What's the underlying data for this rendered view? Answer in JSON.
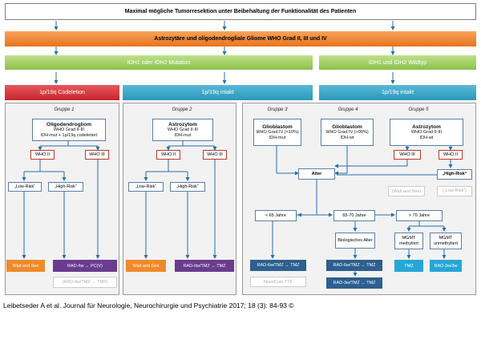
{
  "header": {
    "title": "Maximal mögliche Tumorresektion unter Beibehaltung der Funktionalität des Patienten",
    "category": "Astrozytäre und oligodendrogliale Gliome WHO Grad II, III und IV"
  },
  "mutation": {
    "left": "IDH1 oder IDH2 Mutation",
    "right": "IDH1 und IDH2 Wildtyp"
  },
  "codeletion": {
    "codeleted": "1p/19q Codeletion",
    "intact_mid": "1p/19q intakt",
    "intact_right": "1p/19q intakt"
  },
  "groups": {
    "g1": {
      "label": "Gruppe 1",
      "title": "Oligodendrogliom",
      "line1": "WHO Grad II-III",
      "line2": "IDH-mut + 1p/19q codeletiert",
      "who_a": "WHO II",
      "who_b": "WHO III",
      "risk_low": "„Low-Risk“",
      "risk_high": "„High-Risk“",
      "out_wait": "Wait and See",
      "out_rad": "RAD-/tw → PC(V)",
      "out_rad_faded": "(RAD-/tw/TMZ → TMZ)"
    },
    "g2": {
      "label": "Gruppe 2",
      "title": "Astrozytom",
      "line1": "WHO Grad II-III",
      "line2": "IDH-mut",
      "who_a": "WHO II",
      "who_b": "WHO III",
      "risk_low": "„Low-Risk“",
      "risk_high": "„High-Risk“",
      "out_wait": "Wait and See",
      "out_rad": "RAD-/tw/TMZ → TMZ"
    },
    "g3": {
      "label": "Gruppe 3",
      "title": "Glioblastom",
      "line1": "WHO Grad IV (<10%)",
      "line2": "IDH-mut"
    },
    "g4": {
      "label": "Gruppe 4",
      "title": "Glioblastom",
      "line1": "WHO Grad IV (>90%)",
      "line2": "IDH-wt"
    },
    "g5": {
      "label": "Gruppe 5",
      "title": "Astrozytom",
      "line1": "WHO Grad II-III",
      "line2": "IDH-wt",
      "who_a": "WHO III",
      "who_b": "WHO II",
      "high_risk": "„High-Risk“",
      "wait_faded": "(Wait and See)",
      "low_faded": "(„Low-Risk“)"
    }
  },
  "age": {
    "alter": "Alter",
    "lt65": "< 65 Jahre",
    "mid": "65-70 Jahre",
    "gt70": "> 70 Jahre",
    "bio": "Biologisches Alter",
    "mgmt_m": "MGMT methyliert",
    "mgmt_u": "MGMT unmethyliert",
    "out_a": "RAD-6w/TMZ → TMZ",
    "out_a_faded": "NovoCure TTF",
    "out_b": "RAD-6w/TMZ → TMZ",
    "out_c": "RAD-3w/TMZ → TMZ",
    "out_tmz": "TMZ",
    "out_rad3w": "RAD-3w/3w"
  },
  "caption": "Leibetseder A et al. Journal für Neurologie, Neurochirurgie und Psychiatrie 2017; 18 (3): 84-93 ©"
}
